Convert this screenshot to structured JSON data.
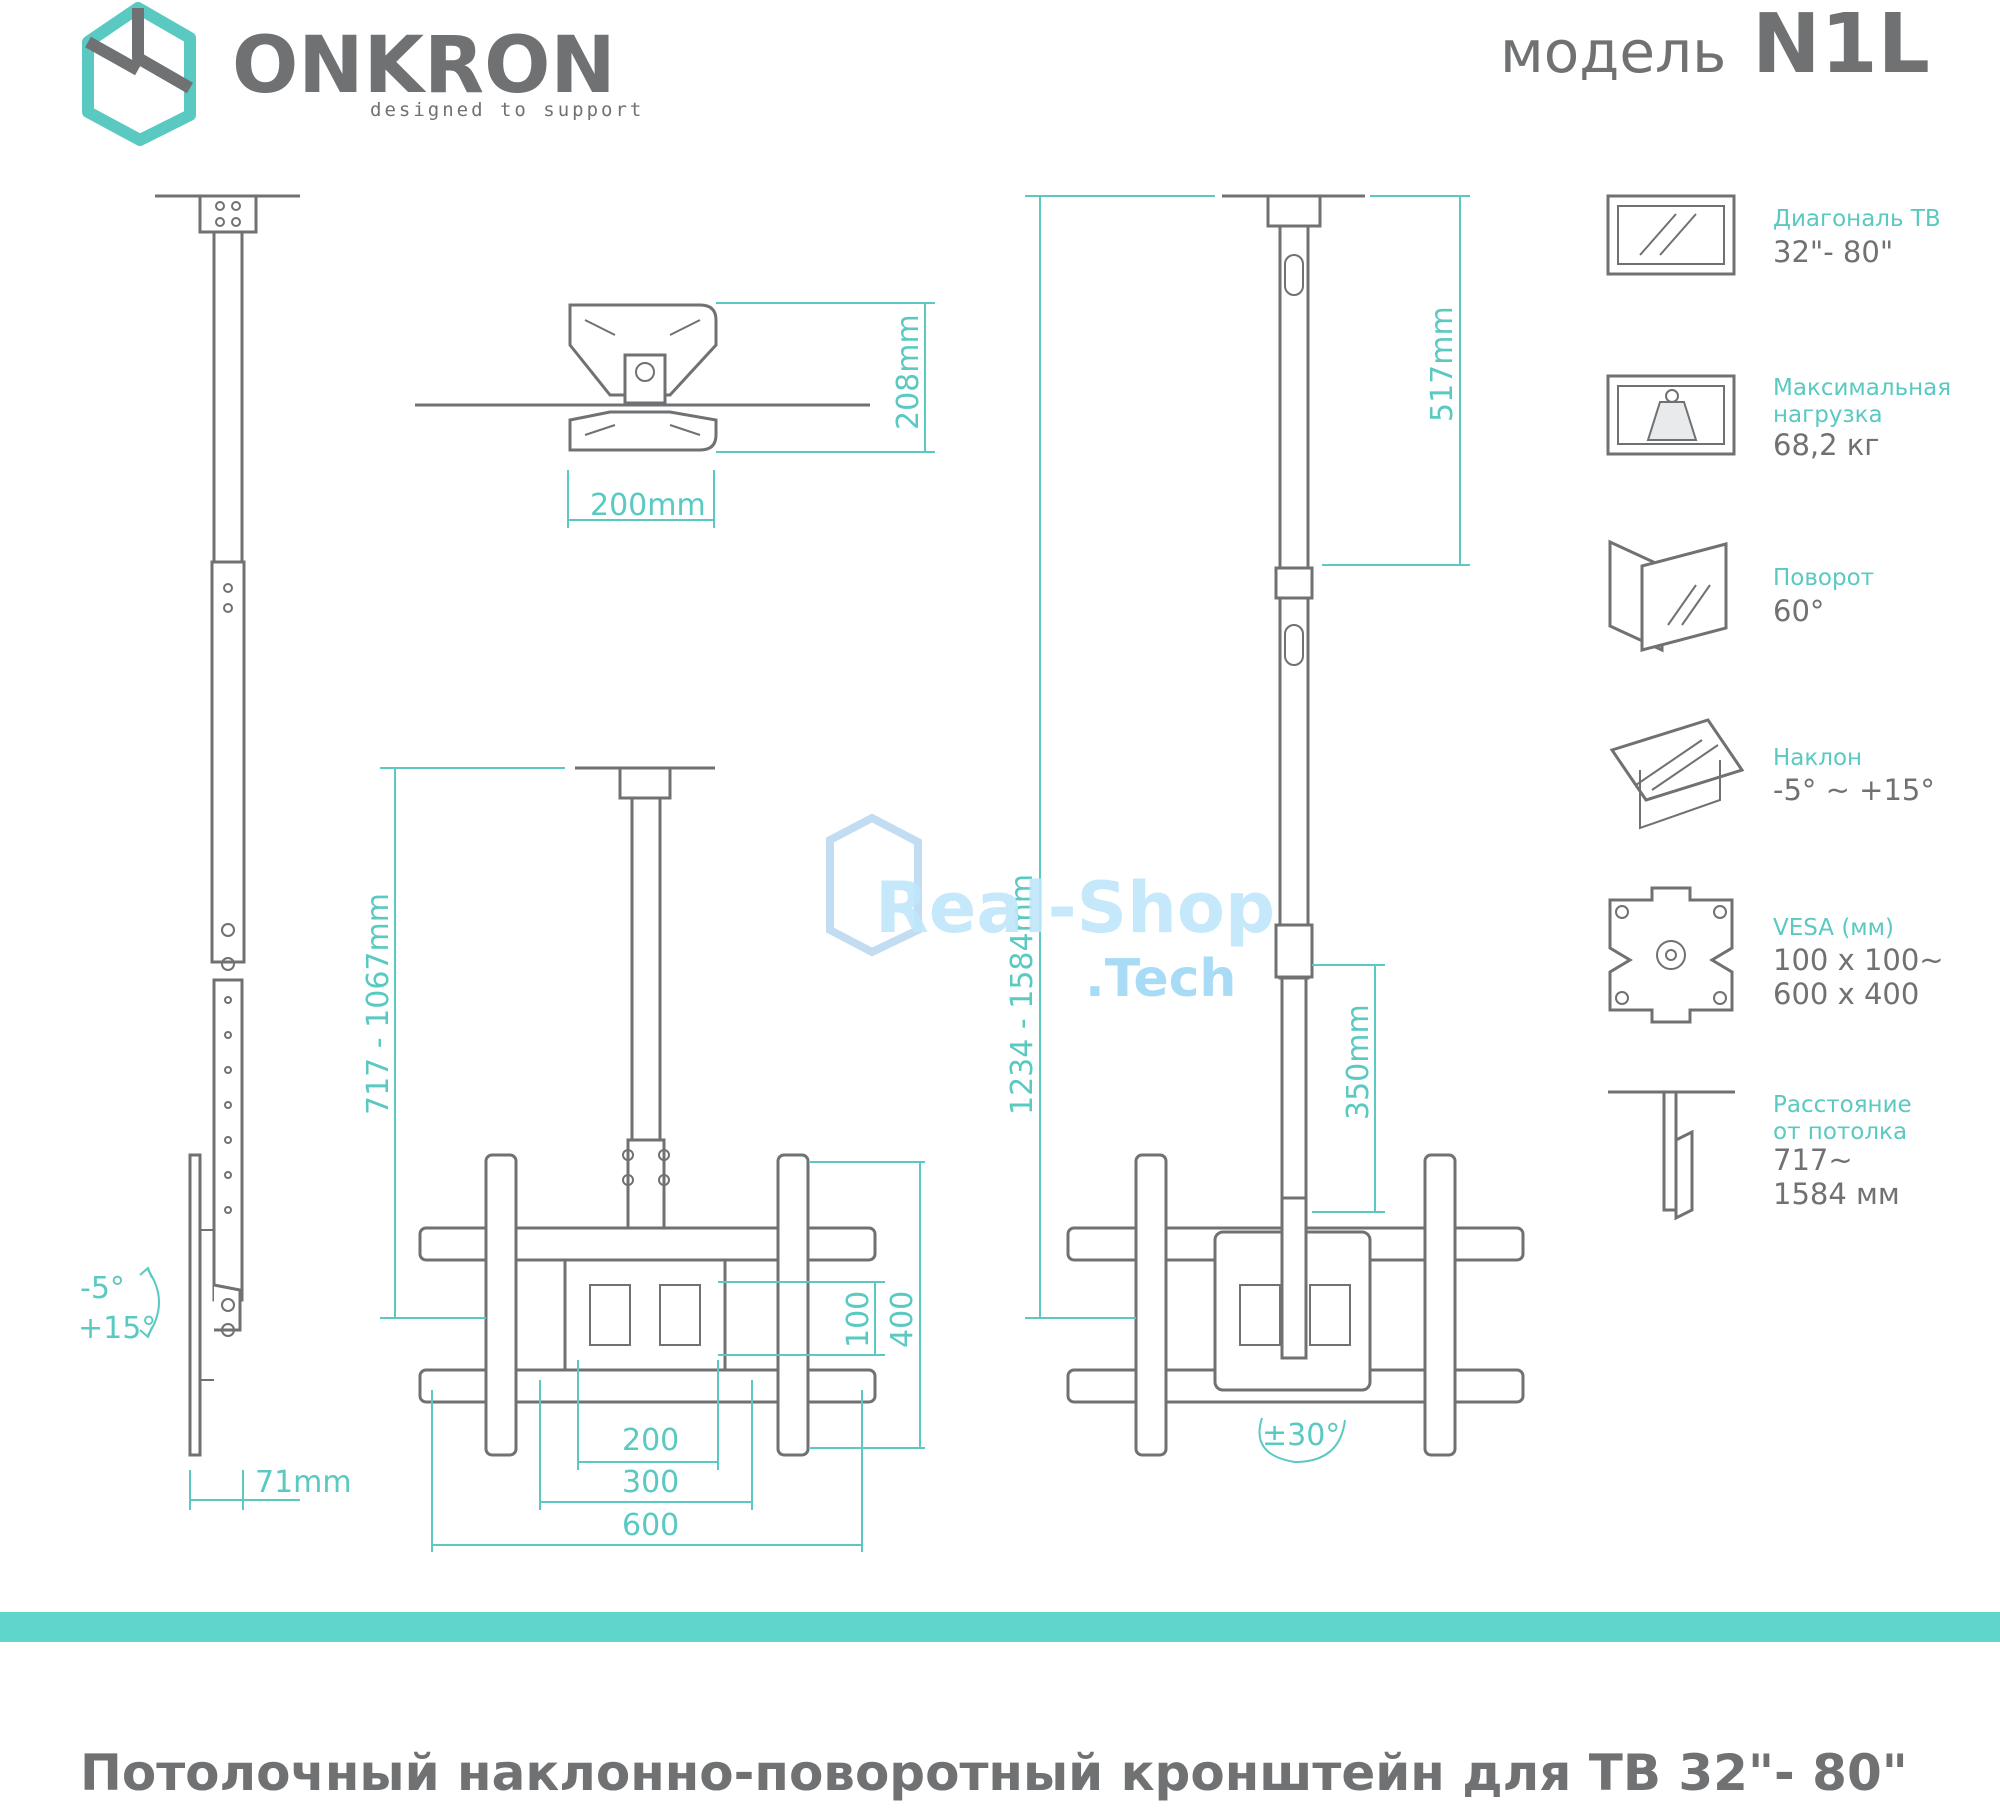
{
  "brand": {
    "name": "ONKRON",
    "tagline": "designed to support"
  },
  "model": {
    "label": "модель",
    "code": "N1L"
  },
  "watermark": {
    "line1": "Real-Shop",
    "line2": ".Tech"
  },
  "dimensions": {
    "side_tilt_minus": "-5°",
    "side_tilt_plus": "+15°",
    "depth": "71mm",
    "plate_width": "200mm",
    "plate_height": "208mm",
    "height_short": "717 - 1067mm",
    "height_full": "1234 - 1584mm",
    "upper_pole": "517mm",
    "lower_pole": "350mm",
    "vesa_100": "100",
    "vesa_400": "400",
    "vesa_200": "200",
    "vesa_300": "300",
    "vesa_600": "600",
    "swivel": "±30°"
  },
  "specs": [
    {
      "icon": "tv-diagonal-icon",
      "title": "Диагональ ТВ",
      "value": "32\"- 80\""
    },
    {
      "icon": "max-load-icon",
      "title": "Максимальная|нагрузка",
      "value": "68,2 кг"
    },
    {
      "icon": "swivel-icon",
      "title": "Поворот",
      "value": "60°"
    },
    {
      "icon": "tilt-icon",
      "title": "Наклон",
      "value": "-5° ~ +15°"
    },
    {
      "icon": "vesa-icon",
      "title": "VESA (мм)",
      "value": "100 x 100~|600 x 400"
    },
    {
      "icon": "ceiling-distance-icon",
      "title": "Расстояние|от потолка",
      "value": "717~|1584 мм"
    }
  ],
  "footer": {
    "title": "Потолочный наклонно-поворотный кронштейн для ТВ 32\"- 80\""
  },
  "colors": {
    "accent": "#59c9c1",
    "line": "#6f7173",
    "bar": "#5fd6cb"
  }
}
